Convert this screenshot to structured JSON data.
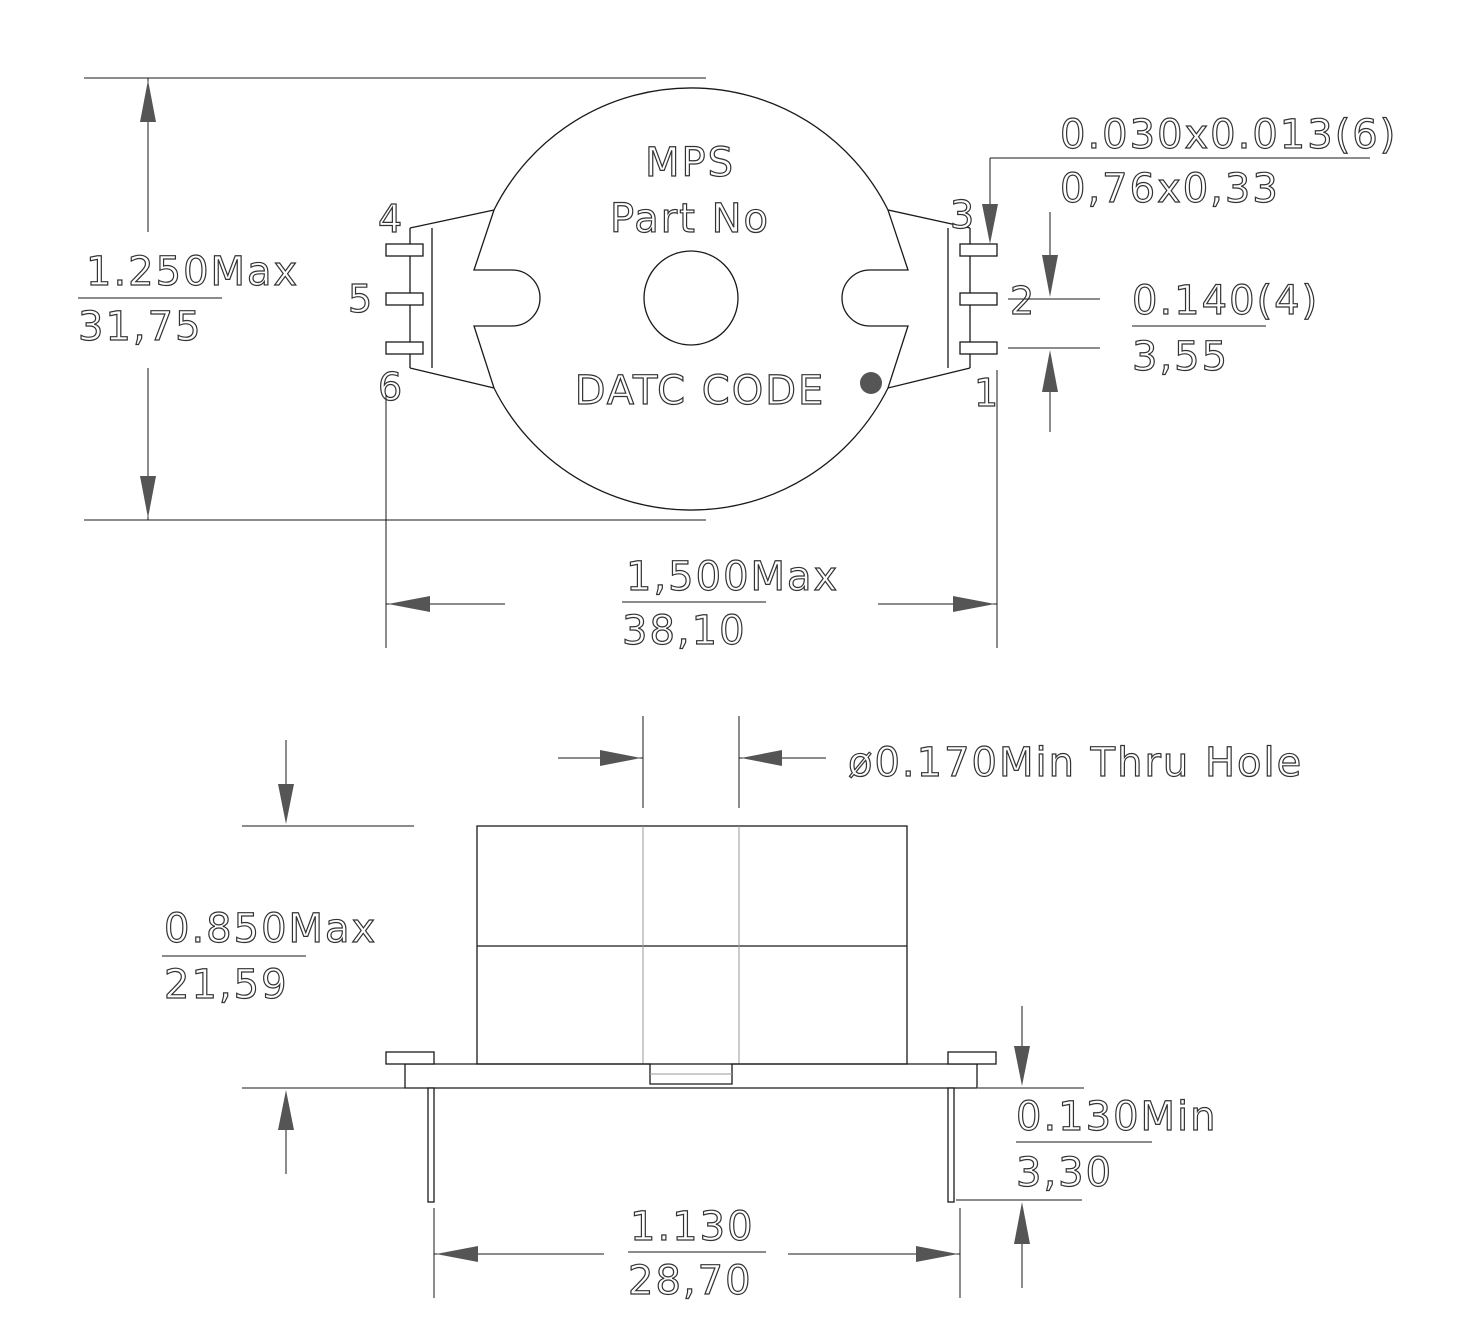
{
  "top_view": {
    "marking": {
      "line1": "MPS",
      "line2": "Part No",
      "line3": "DATC CODE"
    },
    "pins": {
      "p1": "1",
      "p2": "2",
      "p3": "3",
      "p4": "4",
      "p5": "5",
      "p6": "6"
    },
    "height": {
      "imperial": "1.250Max",
      "metric": "31,75"
    },
    "width": {
      "imperial": "1,500Max",
      "metric": "38,10"
    },
    "lead_size": {
      "imperial": "0.030x0.013(6)",
      "metric": "0,76x0,33"
    },
    "pitch": {
      "imperial": "0.140(4)",
      "metric": "3,55"
    }
  },
  "side_view": {
    "hole": {
      "label": "ø0.170Min Thru Hole"
    },
    "height": {
      "imperial": "0.850Max",
      "metric": "21,59"
    },
    "lead_length": {
      "imperial": "0.130Min",
      "metric": "3,30"
    },
    "lead_span": {
      "imperial": "1.130",
      "metric": "28,70"
    }
  }
}
